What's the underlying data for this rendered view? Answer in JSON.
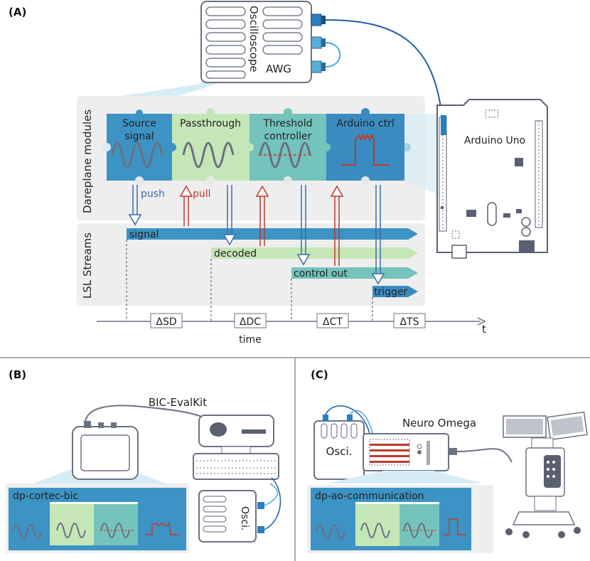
{
  "panel_a": {
    "label": "(A)",
    "oscilloscope": "Oscilloscope",
    "awg": "AWG",
    "arduino": "Arduino Uno",
    "dareplane_label": "Dareplane modules",
    "modules": [
      "Source signal",
      "Passthrough",
      "Threshold controller",
      "Arduino ctrl"
    ],
    "push": "push",
    "pull": "pull",
    "lsl_label": "LSL Streams",
    "streams": [
      "signal",
      "decoded",
      "control out",
      "trigger"
    ],
    "deltas": [
      "ΔSD",
      "ΔDC",
      "ΔCT",
      "ΔTS"
    ],
    "time_label": "time",
    "t_label": "t"
  },
  "panel_b": {
    "label": "(B)",
    "device": "BIC-EvalKit",
    "module": "dp-cortec-bic",
    "osci": "Osci."
  },
  "panel_c": {
    "label": "(C)",
    "device": "Neuro Omega",
    "module": "dp-ao-communication",
    "osci": "Osci."
  },
  "colors": {
    "source": "#3c93c4",
    "passthrough": "#c5e6b6",
    "threshold": "#74c3bd",
    "arduino_ctrl": "#3a8cc0",
    "push_arrow": "#3a6ea8",
    "pull_arrow": "#c0392b",
    "wave": "#6a6f80",
    "panel_gray": "#eeeeee"
  }
}
